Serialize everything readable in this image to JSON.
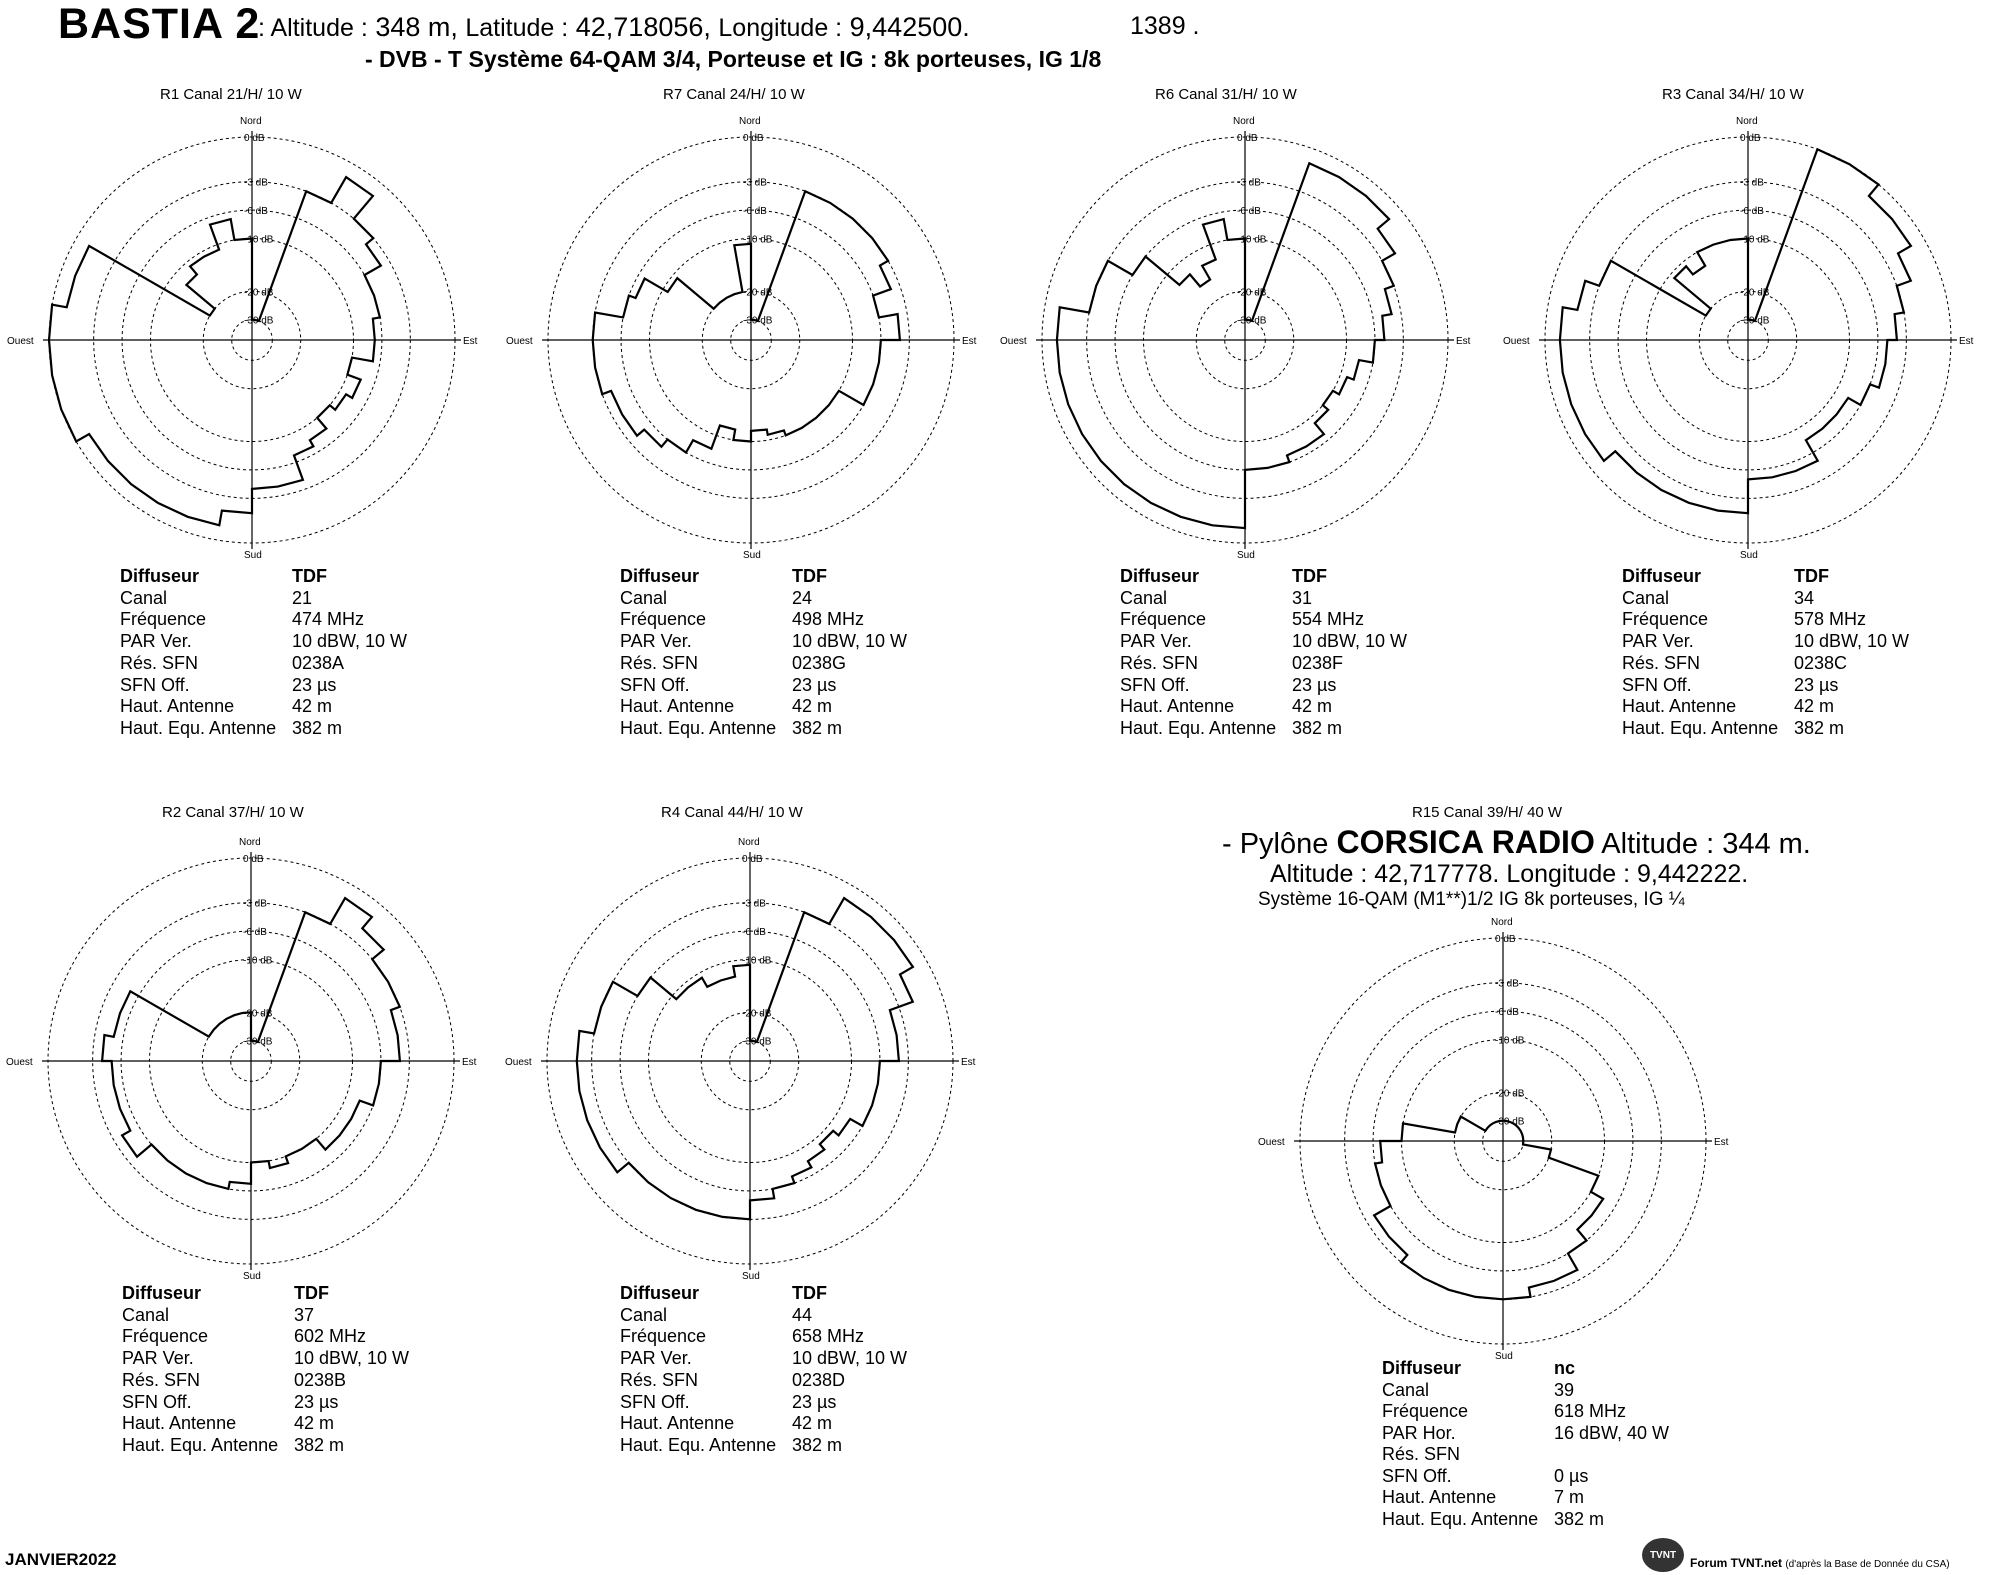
{
  "header": {
    "site": "BASTIA 2",
    "altitude_label": ": Altitude :",
    "altitude": "348 m,",
    "latitude_label": "Latitude :",
    "latitude": "42,718056,",
    "longitude_label": "Longitude :",
    "longitude": "9,442500.",
    "code": "1389 .",
    "system": "- DVB - T    Système 64-QAM 3/4,  Porteuse et IG : 8k porteuses, IG 1/8"
  },
  "compass": {
    "n": "Nord",
    "s": "Sud",
    "e": "Est",
    "w": "Ouest"
  },
  "db_labels": [
    "0 dB",
    "-3 dB",
    "-6 dB",
    "-10 dB",
    "-20 dB",
    "-30 dB"
  ],
  "info_labels": [
    "Diffuseur",
    "Canal",
    "Fréquence",
    "PAR Ver.",
    "Rés. SFN",
    "SFN Off.",
    "Haut. Antenne",
    "Haut. Equ. Antenne"
  ],
  "info_labels_r15": [
    "Diffuseur",
    "Canal",
    "Fréquence",
    "PAR Hor.",
    "Rés. SFN",
    "SFN Off.",
    "Haut. Antenne",
    "Haut. Equ. Antenne"
  ],
  "panels": [
    {
      "title": "R1   Canal 21/H/ 10 W",
      "values": [
        "TDF",
        "21",
        "474 MHz",
        "10 dBW, 10 W",
        "0238A",
        "23 µs",
        "42 m",
        "382 m"
      ]
    },
    {
      "title": "R7   Canal 24/H/ 10 W",
      "values": [
        "TDF",
        "24",
        "498 MHz",
        "10 dBW, 10 W",
        "0238G",
        "23 µs",
        "42 m",
        "382 m"
      ]
    },
    {
      "title": "R6   Canal 31/H/ 10 W",
      "values": [
        "TDF",
        "31",
        "554 MHz",
        "10 dBW, 10 W",
        "0238F",
        "23 µs",
        "42 m",
        "382 m"
      ]
    },
    {
      "title": "R3   Canal 34/H/ 10 W",
      "values": [
        "TDF",
        "34",
        "578 MHz",
        "10 dBW, 10 W",
        "0238C",
        "23 µs",
        "42 m",
        "382 m"
      ]
    },
    {
      "title": "R2   Canal 37/H/ 10 W",
      "values": [
        "TDF",
        "37",
        "602 MHz",
        "10 dBW, 10 W",
        "0238B",
        "23 µs",
        "42 m",
        "382 m"
      ]
    },
    {
      "title": "R4   Canal 44/H/ 10 W",
      "values": [
        "TDF",
        "44",
        "658 MHz",
        "10 dBW, 10 W",
        "0238D",
        "23 µs",
        "42 m",
        "382 m"
      ]
    },
    {
      "title": "R15   Canal 39/H/  40  W",
      "values": [
        "nc",
        "39",
        "618 MHz",
        "16 dBW, 40 W",
        "",
        "0 µs",
        "7 m",
        "382 m"
      ]
    }
  ],
  "corsica": {
    "prefix": "- Pylône",
    "name": "CORSICA RADIO",
    "altitude_label": "Altitude :",
    "altitude": "344 m.",
    "latitude_label": "Altitude :",
    "latitude": "42,717778.",
    "longitude_label": "Longitude :",
    "longitude": "9,442222.",
    "system": "Système  16-QAM (M1**)1/2  IG 8k porteuses, IG ¼"
  },
  "footer": {
    "date": "JANVIER2022",
    "logo": "TVNT",
    "credit": "Forum TVNT.net",
    "credit_note": "(d'après la Base de Donnée du CSA)"
  },
  "chart_data": [
    {
      "type": "polar",
      "title": "R1   Canal 21/H/ 10 W",
      "rlim_db": [
        -30,
        0
      ],
      "angle_step_deg": 10,
      "attenuation_db": [
        -30,
        -30,
        -3,
        -1,
        -3,
        -4,
        -6,
        -6,
        -7,
        -7,
        -10,
        -8,
        -9,
        -10,
        -8,
        -7,
        -4,
        -4,
        -2,
        -1,
        -1,
        -1,
        -1,
        -1,
        0,
        0,
        0,
        0,
        -1,
        -1,
        -20,
        -13,
        -11,
        -11,
        -7,
        -10
      ]
    },
    {
      "type": "polar",
      "title": "R7   Canal 24/H/ 10 W",
      "rlim_db": [
        -30,
        0
      ],
      "angle_step_deg": 10,
      "attenuation_db": [
        -30,
        -30,
        -3,
        -3,
        -3,
        -3,
        -4,
        -6,
        -4,
        -6,
        -6,
        -6,
        -10,
        -10,
        -10,
        -10,
        -11,
        -12,
        -10,
        -12,
        -8,
        -6,
        -5,
        -4,
        -4,
        -3,
        -3,
        -3,
        -6,
        -7,
        -11,
        -20,
        -20,
        -20,
        -20,
        -11
      ]
    },
    {
      "type": "polar",
      "title": "R6   Canal 31/H/ 10 W",
      "rlim_db": [
        -30,
        0
      ],
      "angle_step_deg": 10,
      "attenuation_db": [
        -30,
        -30,
        -1,
        -1,
        -1,
        -2,
        -3,
        -4,
        -5,
        -6,
        -8,
        -9,
        -10,
        -9,
        -7,
        -7,
        -6,
        -6,
        -1,
        -1,
        -1,
        -1,
        -1,
        -1,
        -1,
        -1,
        -1,
        -1,
        -3,
        -3,
        -6,
        -13,
        -16,
        -13,
        -7,
        -10
      ]
    },
    {
      "type": "polar",
      "title": "R3   Canal 34/H/ 10 W",
      "rlim_db": [
        -30,
        0
      ],
      "angle_step_deg": 10,
      "attenuation_db": [
        -30,
        -30,
        0,
        0,
        -1,
        -1,
        -2,
        -3,
        -4,
        -5,
        -5,
        -6,
        -8,
        -8,
        -8,
        -5,
        -5,
        -5,
        -2,
        -2,
        -2,
        -2,
        -2,
        -1,
        -1,
        -1,
        -1,
        -1,
        -2,
        -3,
        -20,
        -11,
        -13,
        -10,
        -10,
        -10
      ]
    },
    {
      "type": "polar",
      "title": "R2   Canal 37/H/ 10 W",
      "rlim_db": [
        -30,
        0
      ],
      "angle_step_deg": 10,
      "attenuation_db": [
        -30,
        -30,
        -3,
        -1,
        -2,
        -3,
        -3,
        -4,
        -4,
        -6,
        -6,
        -8,
        -8,
        -8,
        -10,
        -10,
        -9,
        -10,
        -7,
        -6,
        -6,
        -6,
        -6,
        -4,
        -5,
        -5,
        -5,
        -4,
        -5,
        -5,
        -20,
        -20,
        -20,
        -20,
        -20,
        -20
      ]
    },
    {
      "type": "polar",
      "title": "R4   Canal 44/H/ 10 W",
      "rlim_db": [
        -30,
        0
      ],
      "angle_step_deg": 10,
      "attenuation_db": [
        -30,
        -30,
        -3,
        -1,
        -1,
        -1,
        -2,
        -4,
        -4,
        -6,
        -6,
        -6,
        -8,
        -9,
        -8,
        -7,
        -6,
        -5,
        -3,
        -3,
        -3,
        -3,
        -3,
        -2,
        -2,
        -2,
        -2,
        -2,
        -3,
        -3,
        -6,
        -11,
        -11,
        -13,
        -13,
        -11
      ]
    },
    {
      "type": "polar",
      "title": "R15   Canal 39/H/  40  W",
      "rlim_db": [
        -30,
        0
      ],
      "angle_step_deg": 10,
      "attenuation_db": [
        -30,
        -30,
        -30,
        -30,
        -30,
        -30,
        -30,
        -30,
        -30,
        -30,
        -20,
        -10,
        -8,
        -8,
        -6,
        -4,
        -4,
        -3,
        -3,
        -3,
        -3,
        -3,
        -4,
        -4,
        -6,
        -6,
        -7,
        -10,
        -20,
        -20,
        -30,
        -30,
        -30,
        -30,
        -30,
        -30
      ]
    }
  ]
}
